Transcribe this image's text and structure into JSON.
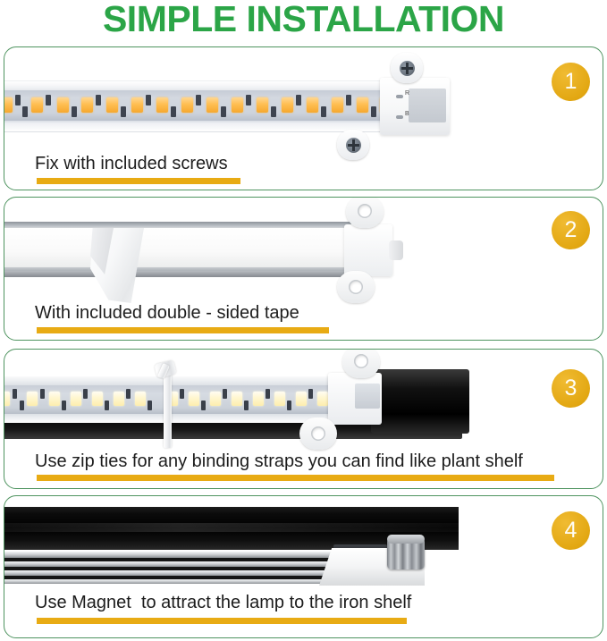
{
  "header": {
    "title": "SIMPLE INSTALLATION",
    "title_color": "#2ba547"
  },
  "theme": {
    "panel_border_color": "#4f9460",
    "badge_color": "#e8ad1b",
    "badge_text_color": "#ffffff",
    "underline_color": "#e8ab14",
    "caption_color": "#1c1c1c",
    "page_background": "#ffffff"
  },
  "steps": [
    {
      "number": "1",
      "caption": "Fix with included screws",
      "image_alt": "led-strip-with-screw-brackets",
      "connector_labels": {
        "r": "R",
        "b": "B"
      }
    },
    {
      "number": "2",
      "caption": "With included double - sided tape",
      "image_alt": "aluminium-channel-with-peeling-double-sided-tape"
    },
    {
      "number": "3",
      "caption": "Use zip ties for any binding straps you can find like plant shelf",
      "image_alt": "led-bar-zip-tied-to-black-pole"
    },
    {
      "number": "4",
      "caption": "Use Magnet  to attract the lamp to the iron shelf",
      "image_alt": "magnet-bracket-attached-to-black-iron-shelf"
    }
  ]
}
